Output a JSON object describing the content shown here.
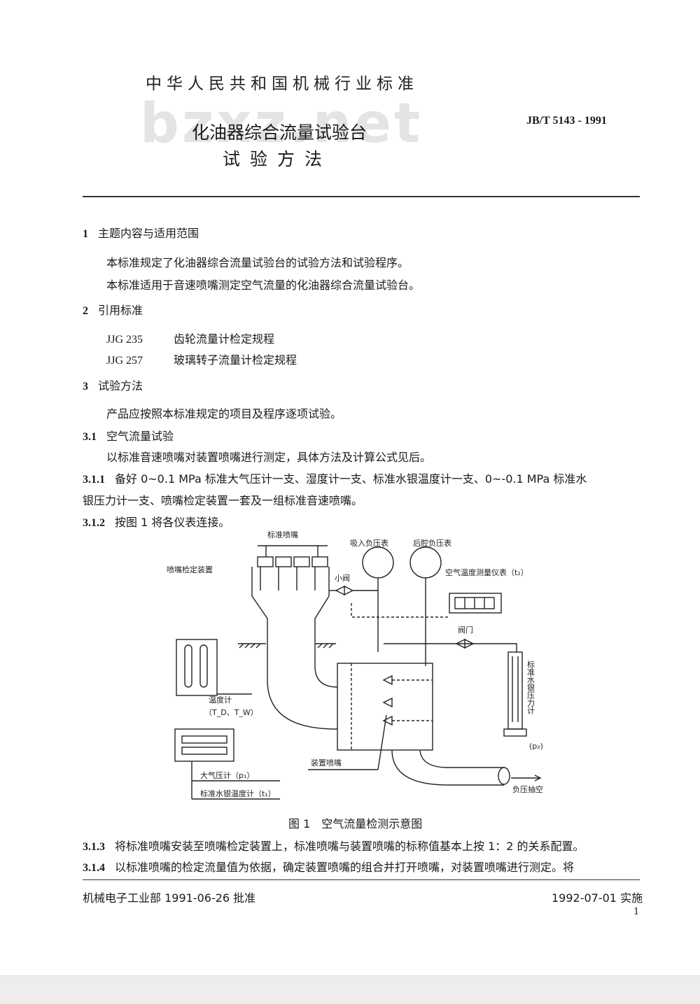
{
  "header": {
    "org_title": "中华人民共和国机械行业标准",
    "watermark": "bzxz.net",
    "standard_code": "JB/T 5143 - 1991",
    "title": "化油器综合流量试验台",
    "subtitle": "试验方法"
  },
  "sections": {
    "s1": {
      "num": "1",
      "title": "主题内容与适用范围",
      "p1": "本标准规定了化油器综合流量试验台的试验方法和试验程序。",
      "p2": "本标准适用于音速喷嘴测定空气流量的化油器综合流量试验台。"
    },
    "s2": {
      "num": "2",
      "title": "引用标准",
      "r1_code": "JJG 235",
      "r1_title": "齿轮流量计检定规程",
      "r2_code": "JJG 257",
      "r2_title": "玻璃转子流量计检定规程"
    },
    "s3": {
      "num": "3",
      "title": "试验方法",
      "p1": "产品应按照本标准规定的项目及程序逐项试验。"
    },
    "s31": {
      "num": "3.1",
      "title": "空气流量试验",
      "p1": "以标准音速喷嘴对装置喷嘴进行测定，具体方法及计算公式见后。"
    },
    "s311": {
      "num": "3.1.1",
      "line1": "备好 0~0.1 MPa 标准大气压计一支、湿度计一支、标准水银温度计一支、0~-0.1 MPa 标准水",
      "line2": "银压力计一支、喷嘴检定装置一套及一组标准音速喷嘴。"
    },
    "s312": {
      "num": "3.1.2",
      "text": "按图 1 将各仪表连接。"
    },
    "s313": {
      "num": "3.1.3",
      "text": "将标准喷嘴安装至喷嘴检定装置上，标准喷嘴与装置喷嘴的标称值基本上按 1：2 的关系配置。"
    },
    "s314": {
      "num": "3.1.4",
      "text": "以标准喷嘴的检定流量值为依据，确定装置喷嘴的组合并打开喷嘴，对装置喷嘴进行测定。将"
    }
  },
  "figure": {
    "caption": "图 1　空气流量检测示意图",
    "labels": {
      "std_nozzle": "标准喷嘴",
      "calib_device": "喷嘴检定装置",
      "inlet_gauge": "吸入负压表",
      "rear_gauge": "后腔负压表",
      "small_valve": "小阀",
      "air_temp": "空气温度测量仪表（t₂）",
      "valve": "阀门",
      "mercury_gauge": "标准水银压力计",
      "p2": "(p₂)",
      "thermometer": "温度计",
      "thermo_sub": "（T_D、T_W）",
      "device_nozzle": "装置喷嘴",
      "barometer": "大气压计（p₁）",
      "mercury_thermo": "标准水银温度计（t₁）",
      "vacuum": "负压抽空"
    }
  },
  "footer": {
    "approval": "机械电子工业部 1991-06-26 批准",
    "effective": "1992-07-01 实施",
    "page": "1"
  }
}
